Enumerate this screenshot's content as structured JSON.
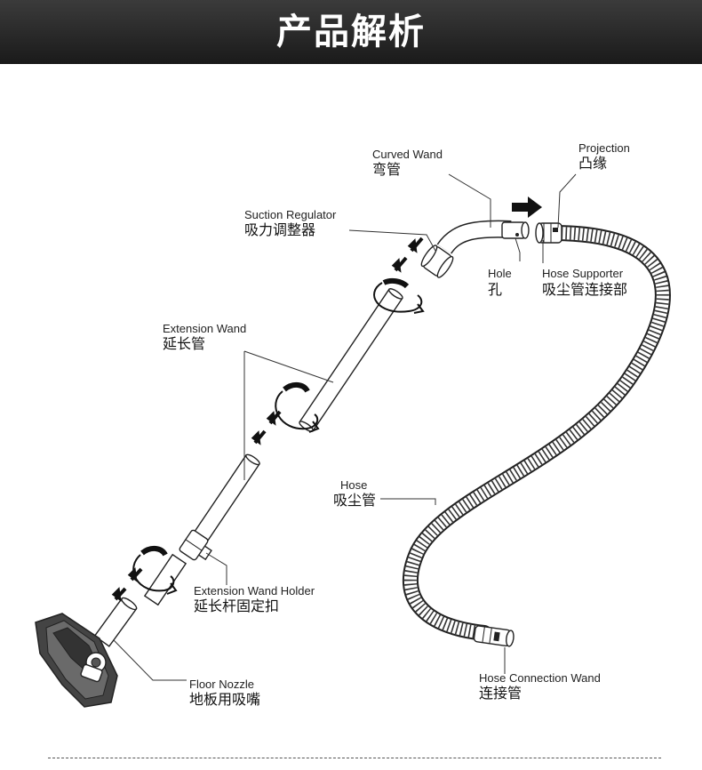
{
  "header": {
    "title": "产品解析"
  },
  "labels": {
    "curved_wand": {
      "en": "Curved Wand",
      "cn": "弯管"
    },
    "projection": {
      "en": "Projection",
      "cn": "凸缘"
    },
    "suction_regulator": {
      "en": "Suction Regulator",
      "cn": "吸力调整器"
    },
    "hole": {
      "en": "Hole",
      "cn": "孔"
    },
    "hose_supporter": {
      "en": "Hose Supporter",
      "cn": "吸尘管连接部"
    },
    "extension_wand": {
      "en": "Extension Wand",
      "cn": "延长管"
    },
    "hose": {
      "en": "Hose",
      "cn": "吸尘管"
    },
    "extension_wand_holder": {
      "en": "Extension Wand Holder",
      "cn": "延长杆固定扣"
    },
    "floor_nozzle": {
      "en": "Floor Nozzle",
      "cn": "地板用吸嘴"
    },
    "hose_connection_wand": {
      "en": "Hose Connection Wand",
      "cn": "连接管"
    }
  },
  "icons": [
    "direction-arrow-icon",
    "rotation-arrow-icon"
  ]
}
